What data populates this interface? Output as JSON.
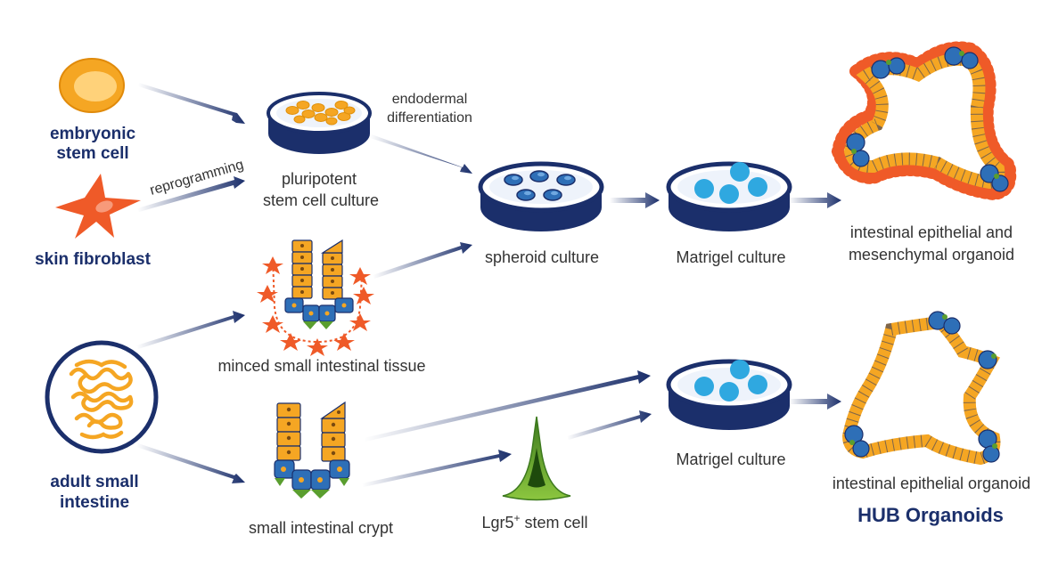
{
  "labels": {
    "embryonic_line1": "embryonic",
    "embryonic_line2": "stem cell",
    "skin_fibroblast": "skin fibroblast",
    "adult_line1": "adult small",
    "adult_line2": "intestine",
    "reprogramming": "reprogramming",
    "endodermal_line1": "endodermal",
    "endodermal_line2": "differentiation",
    "pluripotent_line1": "pluripotent",
    "pluripotent_line2": "stem cell culture",
    "minced_tissue": "minced small intestinal tissue",
    "crypt": "small intestinal crypt",
    "spheroid": "spheroid culture",
    "matrigel_top": "Matrigel culture",
    "matrigel_bottom": "Matrigel culture",
    "lgr5_base": "Lgr5",
    "lgr5_sup": "+",
    "lgr5_rest": " stem cell",
    "organoid_top_line1": "intestinal epithelial and",
    "organoid_top_line2": "mesenchymal organoid",
    "organoid_bottom": "intestinal epithelial organoid",
    "hub": "HUB Organoids"
  },
  "colors": {
    "navy": "#1b2f6b",
    "orange_cell": "#f5a623",
    "stromal": "#ef5a28",
    "blue_cell": "#2e6fb7",
    "light_blue": "#2fa8e0",
    "green": "#5a9e2f"
  }
}
